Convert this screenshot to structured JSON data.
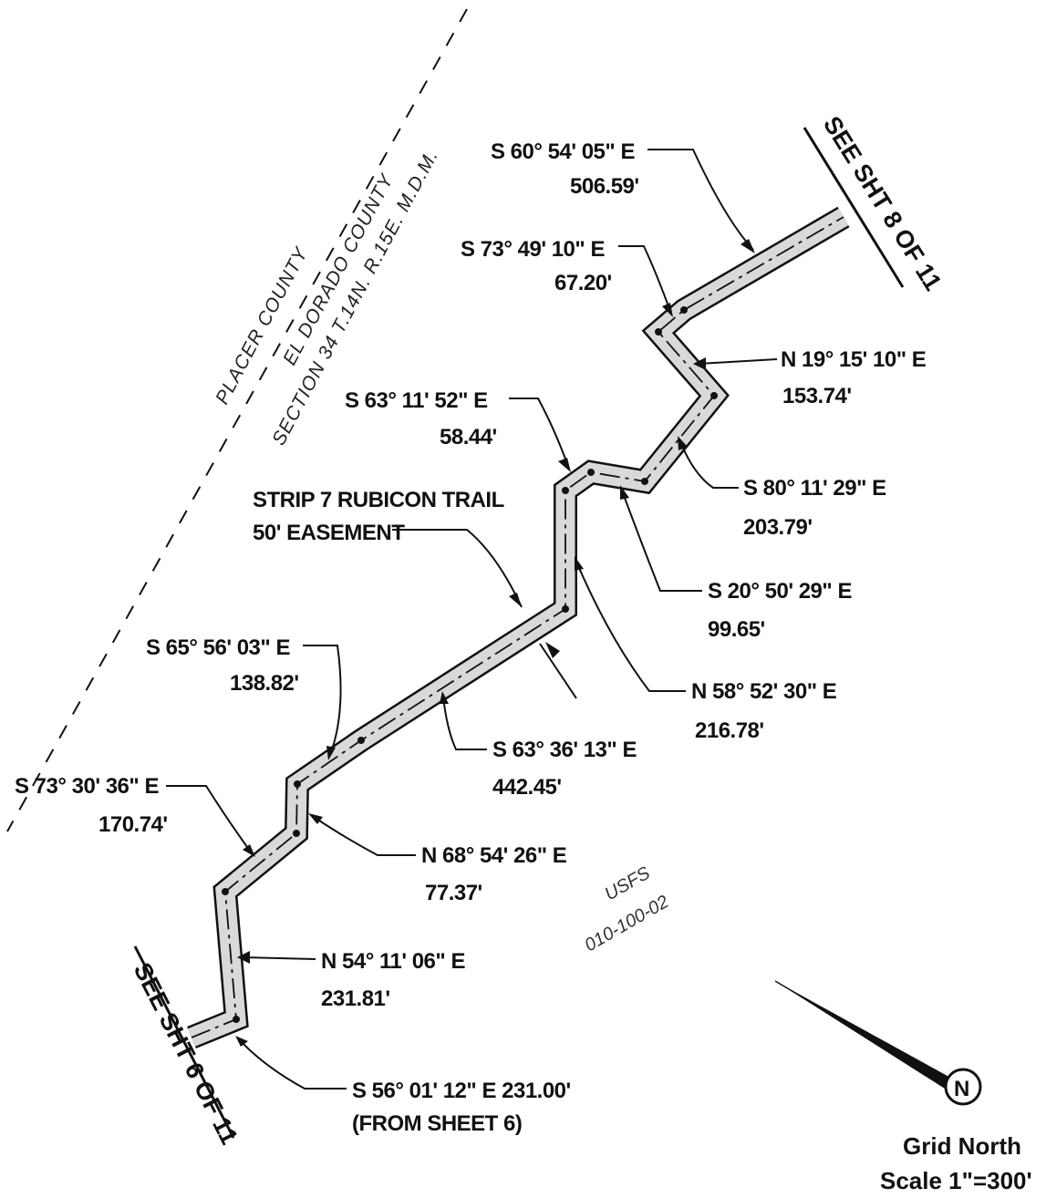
{
  "map": {
    "county_labels": {
      "placer": "PLACER COUNTY",
      "el_dorado": "EL DORADO COUNTY",
      "section": "SECTION 34 T.14N. R.15E. M.D.M."
    },
    "match_lines": {
      "top": "SEE SHT 8 OF 11",
      "bottom": "SEE SHT 6 OF 11"
    },
    "strip_title": {
      "line1": "STRIP 7 RUBICON TRAIL",
      "line2": "50' EASEMENT"
    },
    "parcel": {
      "line1": "USFS",
      "line2": "010-100-02"
    },
    "courses": [
      {
        "bearing": "S 60° 54' 05\" E",
        "distance": "506.59'"
      },
      {
        "bearing": "S 73° 49' 10\" E",
        "distance": "67.20'"
      },
      {
        "bearing": "N 19° 15' 10\" E",
        "distance": "153.74'"
      },
      {
        "bearing": "S 63° 11' 52\" E",
        "distance": "58.44'"
      },
      {
        "bearing": "S 80° 11' 29\" E",
        "distance": "203.79'"
      },
      {
        "bearing": "S 20° 50' 29\" E",
        "distance": "99.65'"
      },
      {
        "bearing": "N 58° 52' 30\" E",
        "distance": "216.78'"
      },
      {
        "bearing": "S 65° 56' 03\" E",
        "distance": "138.82'"
      },
      {
        "bearing": "S 63° 36' 13\" E",
        "distance": "442.45'"
      },
      {
        "bearing": "S 73° 30' 36\" E",
        "distance": "170.74'"
      },
      {
        "bearing": "N 68° 54' 26\" E",
        "distance": "77.37'"
      },
      {
        "bearing": "N 54° 11' 06\" E",
        "distance": "231.81'"
      },
      {
        "bearing": "S 56° 01' 12\" E 231.00'",
        "distance": "(FROM SHEET 6)"
      }
    ],
    "legend": {
      "north": "Grid North",
      "scale": "Scale 1\"=300'"
    },
    "colors": {
      "ink": "#111111",
      "corridor_fill": "#d9d9d9"
    }
  }
}
